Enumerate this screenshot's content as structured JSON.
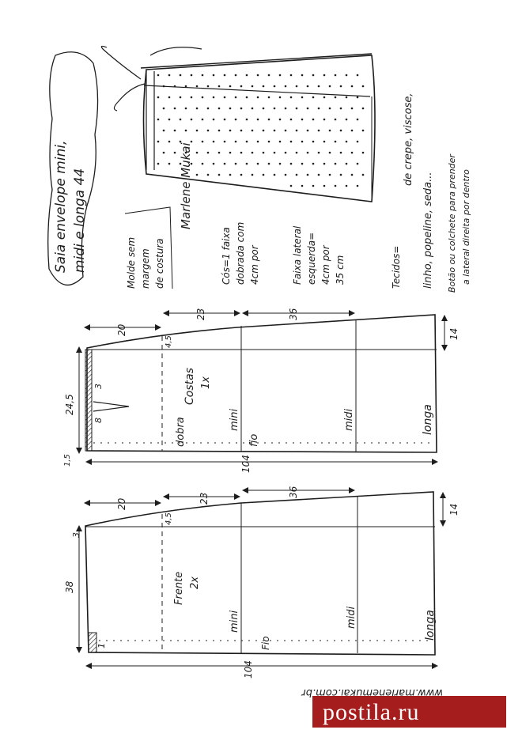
{
  "title": {
    "line1": "Saia envelope mini,",
    "line2": "midi e longa 44"
  },
  "signature": "Marlene Mukai",
  "notes": {
    "mold": [
      "Molde sem",
      "margem",
      "de costura"
    ],
    "waistband": [
      "Cós=1 faixa",
      "dobrada com",
      "4cm por"
    ],
    "side_strip": [
      "Faixa lateral",
      "esquerda=",
      "4cm por",
      "35 cm"
    ],
    "fabric": [
      "Tecidos=",
      "de crepe, viscose,",
      "linho, popeline, seda...",
      "Botão ou colchete para prender",
      "a lateral direita por dentro"
    ]
  },
  "back_piece": {
    "name": "Costas",
    "qty": "1x",
    "dims": {
      "top_20": "20",
      "top_23": "23",
      "top_36": "36",
      "hem_14": "14",
      "waist_4_5": "4,5",
      "height_24_5": "24,5",
      "dart_3": "3",
      "dart_8": "8",
      "ease_1_5": "1,5",
      "length_104": "104"
    },
    "labels": {
      "fold": "dobra",
      "grain": "fio",
      "mini": "mini",
      "midi": "midi",
      "longa": "longa"
    }
  },
  "front_piece": {
    "name": "Frente",
    "qty": "2x",
    "dims": {
      "top_20": "20",
      "top_23": "23",
      "top_36": "36",
      "hem_14": "14",
      "waist_4_5": "4,5",
      "height_38": "38",
      "corner_3": "3",
      "bottom_1": "1",
      "length_104": "104"
    },
    "labels": {
      "grain": "Fio",
      "mini": "mini",
      "midi": "midi",
      "longa": "longa"
    }
  },
  "website": "www.marlenemukai.com.br",
  "watermark": "postila.ru",
  "colors": {
    "ink": "#1d1d1d",
    "paper": "#ffffff",
    "watermark_bg": "#a51d1d"
  }
}
